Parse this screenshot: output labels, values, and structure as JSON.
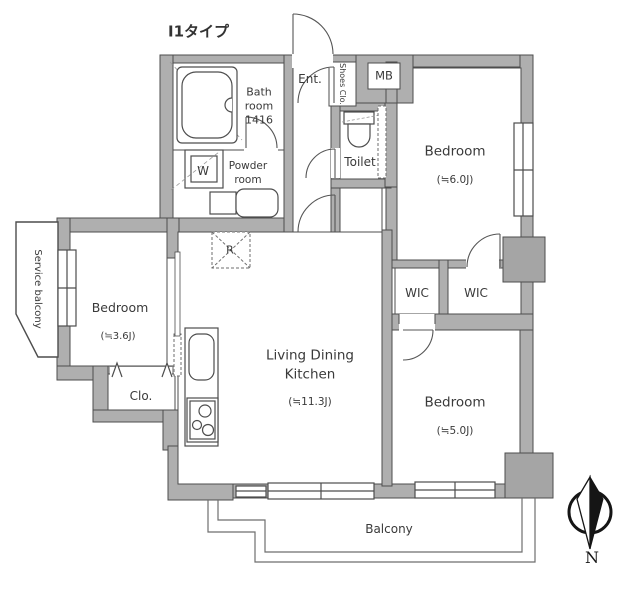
{
  "title": "I1タイプ",
  "rooms": {
    "bathroom": {
      "name_l1": "Bath",
      "name_l2": "room",
      "size": "1416"
    },
    "powder": {
      "name_l1": "Powder",
      "name_l2": "room"
    },
    "entrance": {
      "label": "Ent."
    },
    "shoes_closet": {
      "label": "Shoes Clo."
    },
    "meter_box": {
      "label": "MB"
    },
    "toilet": {
      "label": "Toilet"
    },
    "bedroom_ne": {
      "label": "Bedroom",
      "size": "(≒6.0J)"
    },
    "wic_left": {
      "label": "WIC"
    },
    "wic_right": {
      "label": "WIC"
    },
    "bedroom_se": {
      "label": "Bedroom",
      "size": "(≒5.0J)"
    },
    "bedroom_w": {
      "label": "Bedroom",
      "size": "(≒3.6J)"
    },
    "closet": {
      "label": "Clo."
    },
    "ldk": {
      "l1": "Living Dining",
      "l2": "Kitchen",
      "size": "(≒11.3J)"
    },
    "balcony": {
      "label": "Balcony"
    },
    "service_balcony": {
      "label": "Service balcony"
    }
  },
  "fixtures": {
    "washer": {
      "label": "W"
    },
    "refrigerator": {
      "label": "R"
    }
  },
  "compass": {
    "label": "N"
  },
  "colors": {
    "wall_fill": "#afafaf",
    "line": "#4d4d4d",
    "thin_line": "#6e6e6e",
    "text": "#3a3a3a"
  }
}
